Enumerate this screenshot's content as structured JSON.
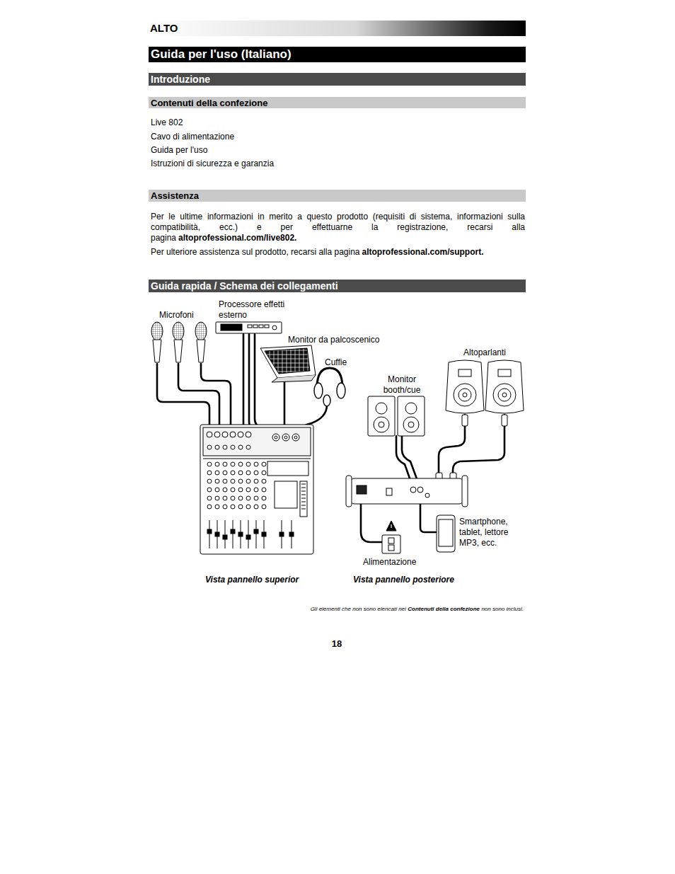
{
  "diagram": {
    "title": "Guida per l'uso (Italiano)",
    "nodes": [
      {
        "text": [
          "Introduzione"
        ]
      },
      {
        "text": [
          "Contenuti della confezione"
        ]
      },
      {
        "text": [
          "Assistenza"
        ]
      },
      {
        "text": [
          "Guida rapida / Schema dei collegamenti"
        ]
      }
    ],
    "labels": [
      "ALTO",
      "Live 802",
      "Cavo di alimentazione",
      "Guida per l'uso",
      "Istruzioni di sicurezza e garanzia",
      "Per le ultime informazioni in merito a questo prodotto (requisiti di sistema, informazioni sulla compatibilità, ecc.) e per effettuarne la registrazione, recarsi alla pagina",
      "altoprofessional.com/live802.",
      "Per ulteriore assistenza sul prodotto, recarsi alla pagina",
      "altoprofessional.com/support.",
      "Microfoni",
      "Processore effetti esterno",
      "Monitor da palcoscenico",
      "Cuffie",
      "Altoparlanti",
      "Monitor booth/cue",
      "Smartphone, tablet, lettore MP3, ecc.",
      "Alimentazione",
      "Vista pannello superior",
      "Vista pannello posteriore",
      "Gli elementi che non sono elencati nei",
      "Contenuti della confezione",
      "non sono inclusi.",
      "18"
    ]
  }
}
